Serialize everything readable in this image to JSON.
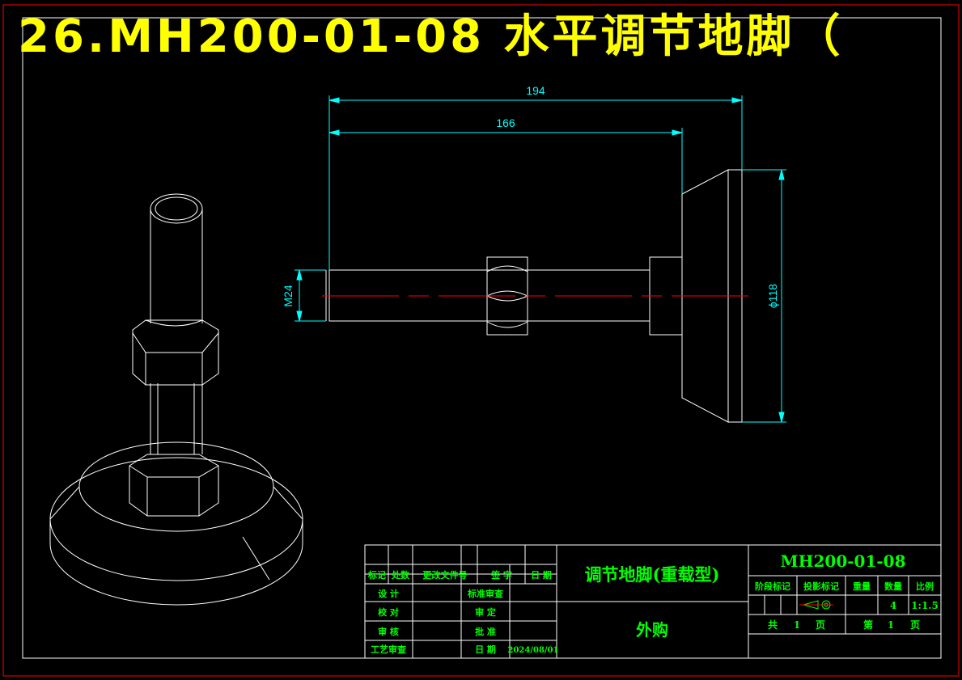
{
  "heading": "26.MH200-01-08 水平调节地脚（",
  "dimensions": {
    "overall_length": "194",
    "rod_length": "166",
    "thread": "M24",
    "base_diameter": "ϕ118"
  },
  "title_block": {
    "part_name": "调节地脚(重载型)",
    "supply": "外购",
    "drawing_no": "MH200-01-08",
    "header_labels": [
      "标记",
      "处数",
      "更改文件号",
      "签 字",
      "日 期"
    ],
    "role_labels": [
      "设 计",
      "校 对",
      "审 核",
      "工艺审查"
    ],
    "approval_labels": [
      "标准审查",
      "审 定",
      "批 准",
      "日 期"
    ],
    "date": "2024/08/01",
    "info_labels": [
      "阶段标记",
      "投影标记",
      "重量",
      "数量",
      "比例"
    ],
    "quantity": "4",
    "scale": "1:1.5",
    "sheets_total_prefix": "共",
    "sheets_total": "1",
    "sheets_total_suffix": "页",
    "sheet_no_prefix": "第",
    "sheet_no": "1",
    "sheet_no_suffix": "页"
  },
  "colors": {
    "border": "#ff0000",
    "outline": "#ffffff",
    "dimension": "#00ffff",
    "centerline": "#ff0000",
    "title_text": "#00ff00",
    "heading": "#ffff00"
  }
}
